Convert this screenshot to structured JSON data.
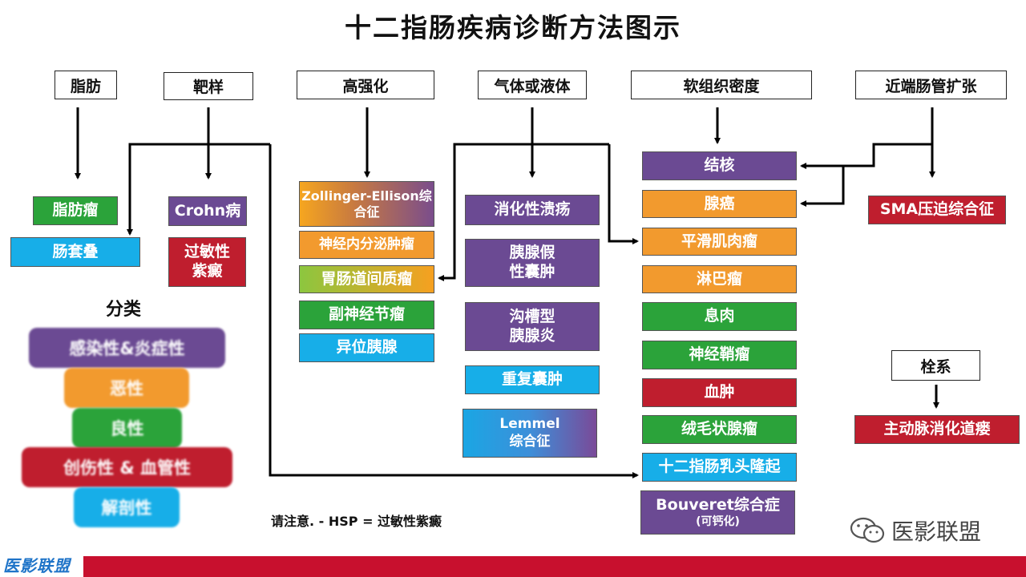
{
  "title": "十二指肠疾病诊断方法图示",
  "headers": {
    "fat": "脂肪",
    "target": "靶样",
    "enhance": "高强化",
    "gas": "气体或液体",
    "soft": "软组织密度",
    "proximal": "近端肠管扩张",
    "mesentery": "栓系"
  },
  "boxes": {
    "lipoma": "脂肪瘤",
    "intussusception": "肠套叠",
    "crohn": "Crohn病",
    "hsp_line1": "过敏性",
    "hsp_line2": "紫癜",
    "ze_line1": "Zollinger-Ellison综",
    "ze_line2": "合征",
    "net": "神经内分泌肿瘤",
    "gist": "胃肠道间质瘤",
    "paraganglioma": "副神经节瘤",
    "ectopic_pancreas": "异位胰腺",
    "ulcer": "消化性溃疡",
    "pseudocyst_line1": "胰腺假",
    "pseudocyst_line2": "性囊肿",
    "groove_line1": "沟槽型",
    "groove_line2": "胰腺炎",
    "duplication": "重复囊肿",
    "lemmel_line1": "Lemmel",
    "lemmel_line2": "综合征",
    "tb": "结核",
    "adeno": "腺癌",
    "leiomyoma": "平滑肌肉瘤",
    "lymphoma": "淋巴瘤",
    "polyp": "息肉",
    "schwannoma": "神经鞘瘤",
    "hematoma": "血肿",
    "villous": "绒毛状腺瘤",
    "papilla": "十二指肠乳头隆起",
    "bouveret_line1": "Bouveret综合症",
    "bouveret_line2": "(可钙化)",
    "sma": "SMA压迫综合征",
    "aef": "主动脉消化道瘘"
  },
  "legend": {
    "title": "分类",
    "items": [
      {
        "label": "感染性&炎症性",
        "color": "#6b4a93"
      },
      {
        "label": "恶性",
        "color": "#f29a2e"
      },
      {
        "label": "良性",
        "color": "#2ba33a"
      },
      {
        "label": "创伤性 & 血管性",
        "color": "#bf1e2e"
      },
      {
        "label": "解剖性",
        "color": "#17aee8"
      }
    ]
  },
  "note": "请注意. - HSP = 过敏性紫癜",
  "logo": "医影联盟",
  "watermark": "医影联盟"
}
